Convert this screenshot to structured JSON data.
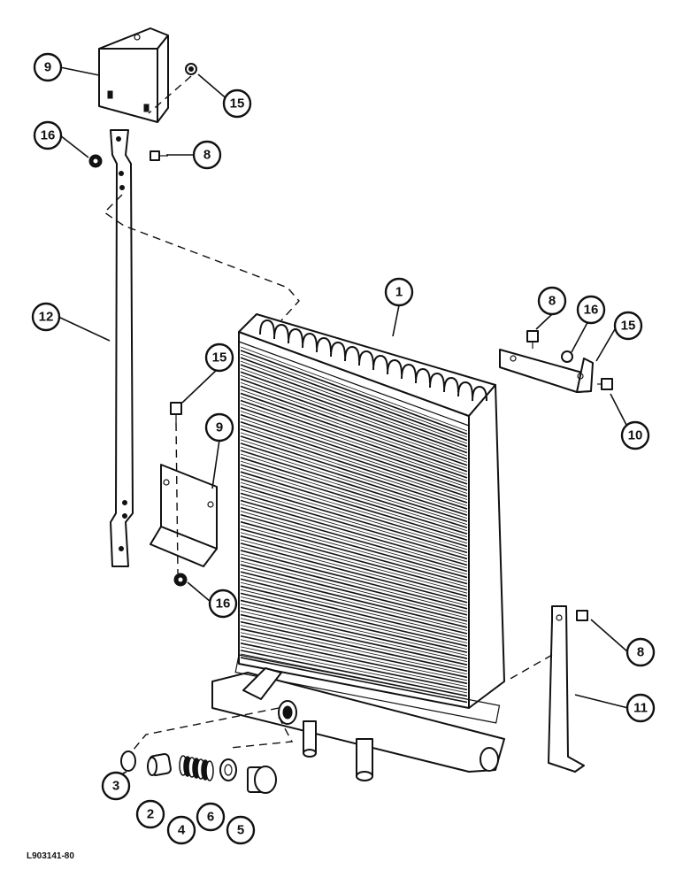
{
  "figure_id": "L903141-80",
  "callouts": [
    {
      "id": "c1",
      "label": "1"
    },
    {
      "id": "c2",
      "label": "2"
    },
    {
      "id": "c3",
      "label": "3"
    },
    {
      "id": "c4",
      "label": "4"
    },
    {
      "id": "c5",
      "label": "5"
    },
    {
      "id": "c6",
      "label": "6"
    },
    {
      "id": "c8a",
      "label": "8"
    },
    {
      "id": "c8b",
      "label": "8"
    },
    {
      "id": "c8c",
      "label": "8"
    },
    {
      "id": "c9a",
      "label": "9"
    },
    {
      "id": "c9b",
      "label": "9"
    },
    {
      "id": "c10",
      "label": "10"
    },
    {
      "id": "c11",
      "label": "11"
    },
    {
      "id": "c12",
      "label": "12"
    },
    {
      "id": "c15a",
      "label": "15"
    },
    {
      "id": "c15b",
      "label": "15"
    },
    {
      "id": "c15c",
      "label": "15"
    },
    {
      "id": "c16a",
      "label": "16"
    },
    {
      "id": "c16b",
      "label": "16"
    },
    {
      "id": "c16c",
      "label": "16"
    }
  ]
}
